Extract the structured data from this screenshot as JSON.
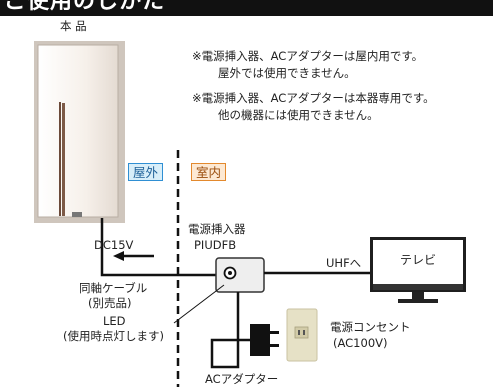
{
  "header": {
    "title": "ご使用のしかた"
  },
  "product_label": "本 品",
  "notes": [
    [
      "※電源挿入器、ACアダプターは屋内用です。",
      "屋外では使用できません。"
    ],
    [
      "※電源挿入器、ACアダプターは本器専用です。",
      "他の機器には使用できません。"
    ]
  ],
  "zones": {
    "outdoor": "屋外",
    "indoor": "室内"
  },
  "injector": {
    "line1": "電源挿入器",
    "line2": "PIUDFB"
  },
  "dc_label": "DC15V",
  "cable": {
    "line1": "同軸ケーブル",
    "line2": "(別売品)"
  },
  "led": {
    "line1": "LED",
    "line2": "(使用時点灯します)"
  },
  "uhf_label": "UHFへ",
  "tv_label": "テレビ",
  "outlet": {
    "line1": "電源コンセント",
    "line2": "(AC100V)"
  },
  "adapter_label": "ACアダプター",
  "colors": {
    "header_bg": "#111111",
    "outdoor_accent": "#2f8fd3",
    "indoor_accent": "#e3892d"
  }
}
